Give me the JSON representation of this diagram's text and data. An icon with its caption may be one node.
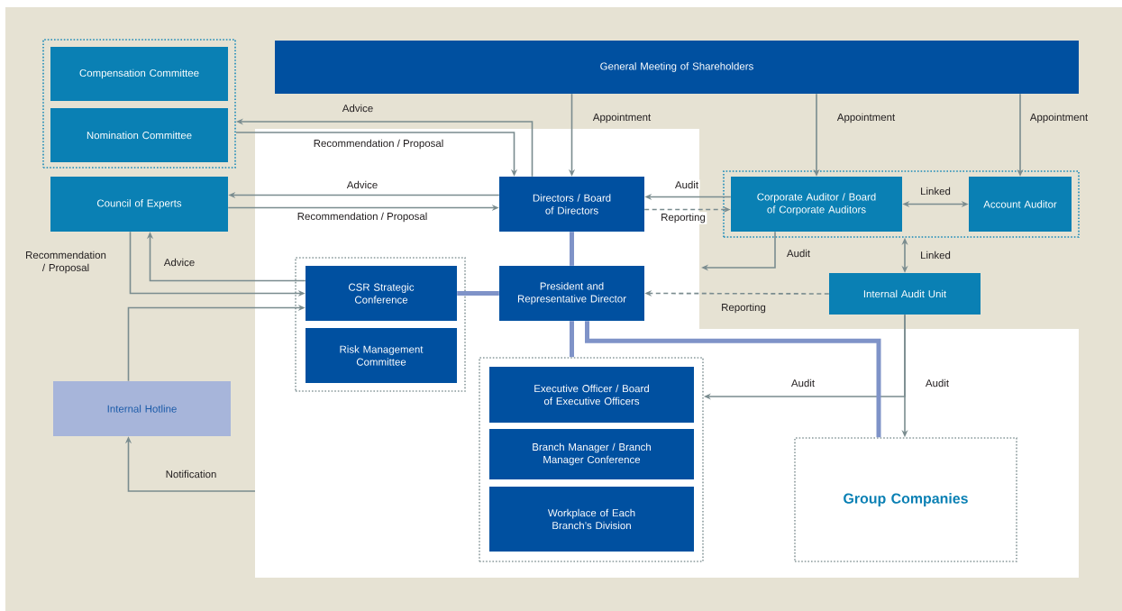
{
  "diagram": {
    "nodes": [
      {
        "text": [
          "General Meeting of Shareholders"
        ]
      },
      {
        "text": [],
        "shape": "box"
      },
      {
        "text": [
          "Compensation Committee"
        ],
        "in": 1
      },
      {
        "text": [
          "Nomination Committee"
        ],
        "in": 1
      },
      {
        "text": [
          "Council of Experts"
        ]
      },
      {
        "text": [
          "Directors / Board of Directors"
        ]
      },
      {
        "text": [],
        "shape": "box"
      },
      {
        "text": [
          "Corporate Auditor / Board of Corporate Auditors"
        ],
        "in": 6
      },
      {
        "text": [
          "Account Auditor"
        ],
        "in": 6
      },
      {
        "text": [],
        "shape": "box"
      },
      {
        "text": [
          "CSR Strategic Conference"
        ],
        "in": 9
      },
      {
        "text": [
          "Risk Management Committee"
        ],
        "in": 9
      },
      {
        "text": [
          "President and Representative Director"
        ]
      },
      {
        "text": [
          "Internal Audit Unit"
        ]
      },
      {
        "text": [
          "Internal Hotline"
        ]
      },
      {
        "text": [],
        "shape": "box"
      },
      {
        "text": [
          "Executive Officer / Board of Executive Officers"
        ],
        "in": 15
      },
      {
        "text": [
          "Branch Manager / Branch Manager Conference"
        ],
        "in": 15
      },
      {
        "text": [
          "Workplace of Each Branch’s Division"
        ],
        "in": 15
      },
      {
        "text": [
          "Group Companies"
        ]
      }
    ],
    "edges": [
      {
        "from": 5,
        "to": 1,
        "arrow": "to",
        "label": "Advice"
      },
      {
        "from": 1,
        "to": 5,
        "arrow": "to",
        "label": "Recommendation / Proposal"
      },
      {
        "from": 5,
        "to": 4,
        "arrow": "to",
        "label": "Advice"
      },
      {
        "from": 4,
        "to": 5,
        "arrow": "to",
        "label": "Recommendation / Proposal"
      },
      {
        "from": 0,
        "to": 5,
        "arrow": "to",
        "label": "Appointment"
      },
      {
        "from": 0,
        "to": 7,
        "arrow": "to",
        "label": "Appointment"
      },
      {
        "from": 0,
        "to": 8,
        "arrow": "to",
        "label": "Appointment"
      },
      {
        "from": 7,
        "to": 5,
        "arrow": "to",
        "label": "Audit"
      },
      {
        "from": 5,
        "to": 7,
        "arrow": "to",
        "label": "Reporting",
        "style": "dashed"
      },
      {
        "from": 7,
        "to": 8,
        "arrow": "both",
        "label": "Linked"
      },
      {
        "from": 6,
        "to": 13,
        "arrow": "both",
        "label": "Linked"
      },
      {
        "from": 7,
        "to": null,
        "arrow": "to",
        "label": "Audit"
      },
      {
        "from": 13,
        "to": 12,
        "arrow": "to",
        "label": "Reporting",
        "style": "dashed"
      },
      {
        "from": 13,
        "to": 15,
        "arrow": "to",
        "label": "Audit"
      },
      {
        "from": 13,
        "to": 19,
        "arrow": "to",
        "label": "Audit"
      },
      {
        "from": 4,
        "to": 10,
        "arrow": "to",
        "label": "Recommendation / Proposal"
      },
      {
        "from": 10,
        "to": 4,
        "arrow": "to",
        "label": "Advice"
      },
      {
        "from": 14,
        "to": 10,
        "arrow": "to"
      },
      {
        "from": null,
        "to": 14,
        "arrow": "to",
        "label": "Notification"
      },
      {
        "from": 5,
        "to": 12,
        "arrow": "none",
        "style": "thick",
        "color": "#7f93c8"
      },
      {
        "from": 10,
        "to": 12,
        "arrow": "none",
        "style": "thick",
        "color": "#7f93c8"
      },
      {
        "from": 12,
        "to": 15,
        "arrow": "none",
        "style": "thick",
        "color": "#7f93c8"
      },
      {
        "from": 12,
        "to": 19,
        "arrow": "none",
        "style": "thick",
        "color": "#7f93c8"
      }
    ]
  }
}
